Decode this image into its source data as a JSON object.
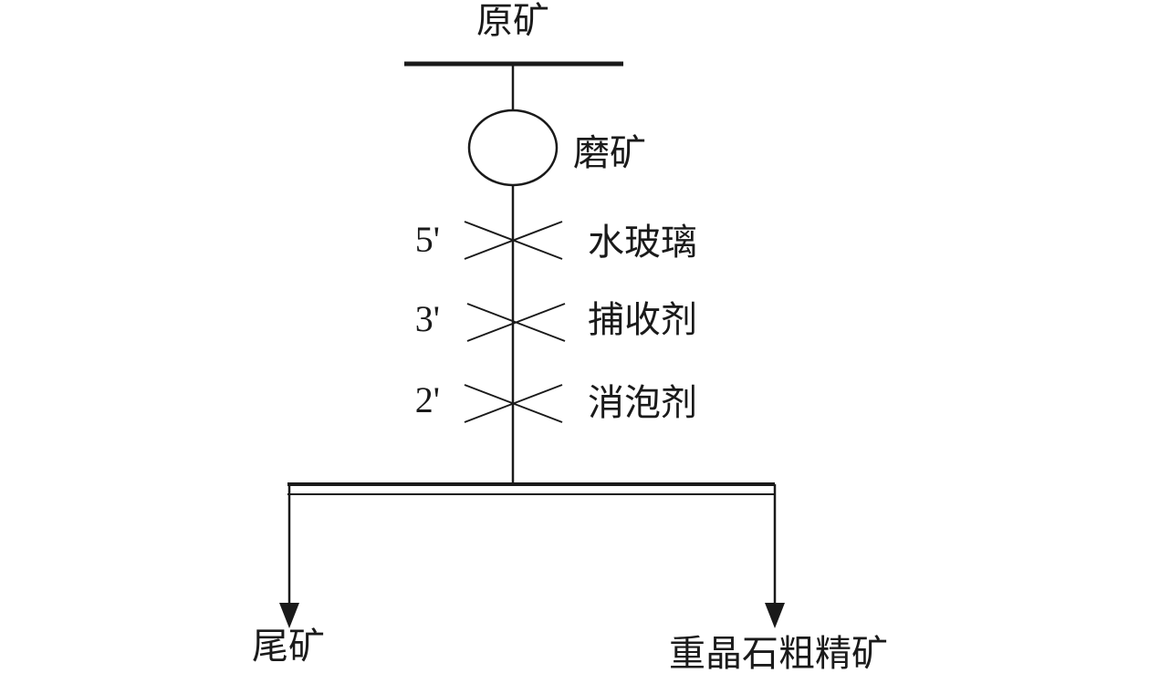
{
  "diagram": {
    "feed_label": "原矿",
    "grinding_label": "磨矿",
    "reagents": [
      {
        "dose": "5'",
        "name": "水玻璃"
      },
      {
        "dose": "3'",
        "name": "捕收剂"
      },
      {
        "dose": "2'",
        "name": "消泡剂"
      }
    ],
    "tailings_label": "尾矿",
    "concentrate_label": "重晶石粗精矿"
  },
  "colors": {
    "stroke": "#1a1a1a",
    "background": "#ffffff"
  }
}
